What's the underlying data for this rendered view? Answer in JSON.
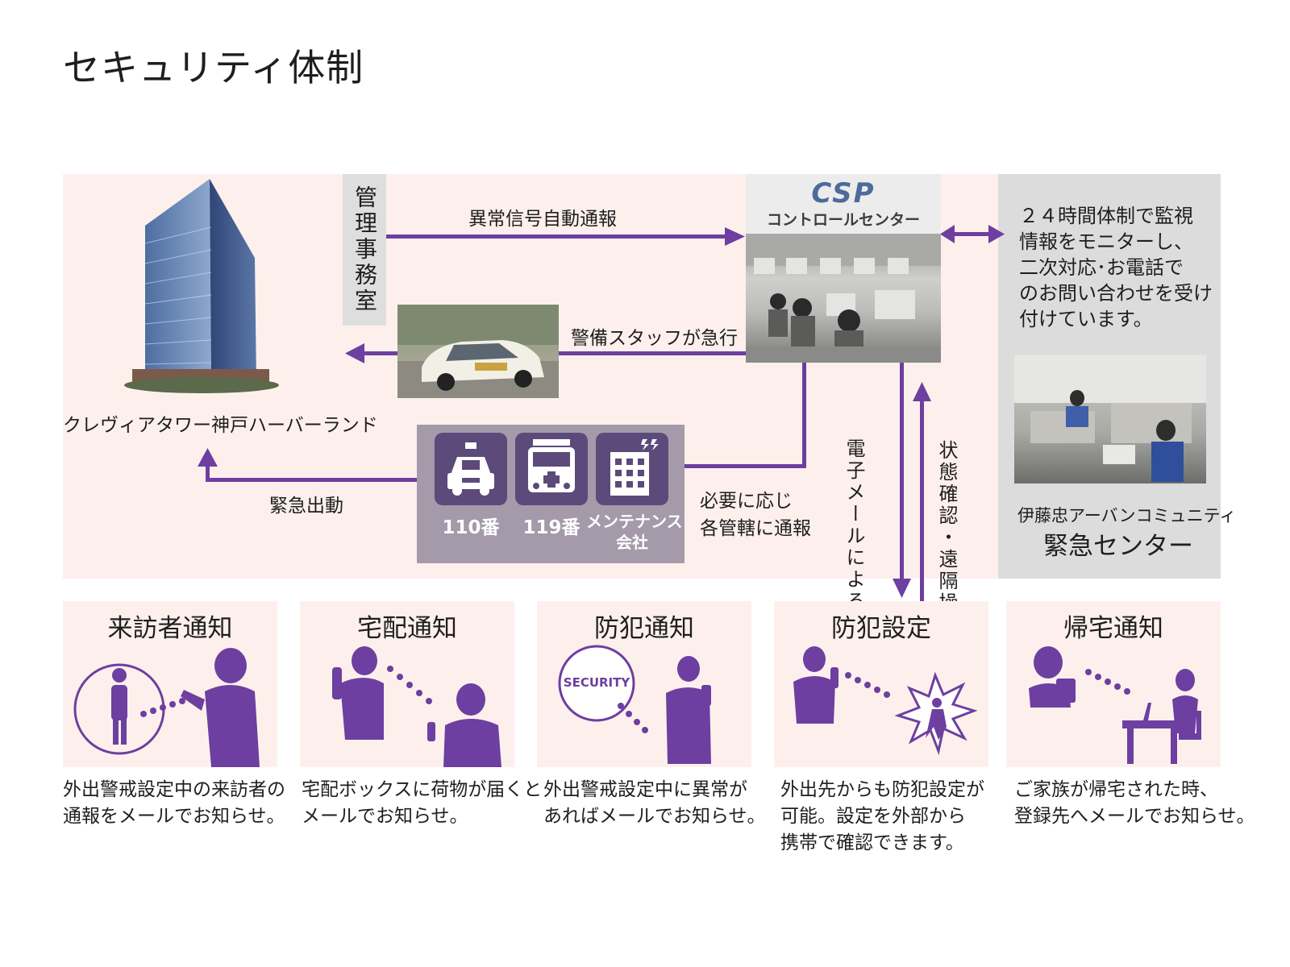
{
  "title": "セキュリティ体制",
  "building_name": "クレヴィアタワー神戸ハーバーランド",
  "management_office": "管理事務室",
  "flows": {
    "auto_report": "異常信号自動通報",
    "staff_dispatch": "警備スタッフが急行",
    "emergency_dispatch": "緊急出動",
    "notify_authorities_line1": "必要に応じ",
    "notify_authorities_line2": "各管轄に通報",
    "email_notice": "電子メールによる通知",
    "status_remote": "状態確認・遠隔操作"
  },
  "control_center": {
    "logo": "CSP",
    "name": "コントロールセンター"
  },
  "emergency_center": {
    "description_lines": [
      "２４時間体制で監視",
      "情報をモニターし、",
      "二次対応･お電話で",
      "のお問い合わせを受け",
      "付けています。"
    ],
    "company": "伊藤忠アーバンコミュニティ",
    "name": "緊急センター"
  },
  "services": [
    {
      "label": "110番",
      "icon": "police-car-icon"
    },
    {
      "label": "119番",
      "icon": "ambulance-icon"
    },
    {
      "label_line1": "メンテナンス",
      "label_line2": "会社",
      "icon": "building-icon"
    }
  ],
  "features": [
    {
      "title": "来訪者通知",
      "desc_lines": [
        "外出警戒設定中の来訪者の",
        "通報をメールでお知らせ。"
      ]
    },
    {
      "title": "宅配通知",
      "desc_lines": [
        "宅配ボックスに荷物が届くと",
        "メールでお知らせ。"
      ]
    },
    {
      "title": "防犯通知",
      "badge": "SECURITY",
      "desc_lines": [
        "外出警戒設定中に異常が",
        "あればメールでお知らせ。"
      ]
    },
    {
      "title": "防犯設定",
      "desc_lines": [
        "外出先からも防犯設定が",
        "可能。設定を外部から",
        "携帯で確認できます。"
      ]
    },
    {
      "title": "帰宅通知",
      "desc_lines": [
        "ご家族が帰宅された時、",
        "登録先へメールでお知らせ。"
      ]
    }
  ],
  "colors": {
    "accent": "#6d3fa0",
    "panel": "#fdf0ec",
    "gray": "#dcdcdd"
  }
}
